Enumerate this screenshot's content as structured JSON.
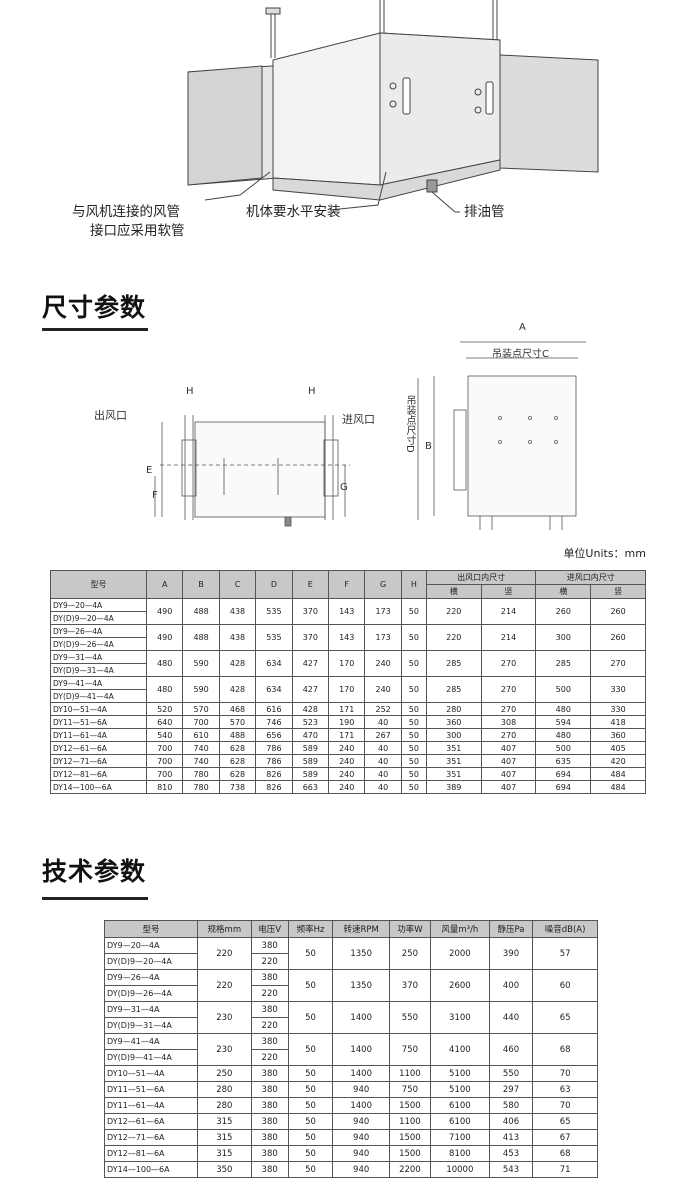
{
  "top_callouts": {
    "duct_line1": "与风机连接的风管",
    "duct_line2": "接口应采用软管",
    "level": "机体要水平安装",
    "drain": "排油管"
  },
  "dimension_section": {
    "title": "尺寸参数",
    "diagram_labels": {
      "outlet": "出风口",
      "inlet": "进风口",
      "H_left": "H",
      "H_right": "H",
      "E": "E",
      "F": "F",
      "G": "G",
      "A": "A",
      "B": "B",
      "C": "吊装点尺寸C",
      "D": "吊装点尺寸D"
    },
    "units": "单位Units：mm",
    "table": {
      "headers": [
        "型号",
        "A",
        "B",
        "C",
        "D",
        "E",
        "F",
        "G",
        "H"
      ],
      "group_headers": [
        "出风口内尺寸",
        "进风口内尺寸"
      ],
      "sub_headers": [
        "横",
        "竖",
        "横",
        "竖"
      ],
      "paired_rows": [
        {
          "models": [
            "DY9—20—4A",
            "DY(D)9—20—4A"
          ],
          "values": [
            "490",
            "488",
            "438",
            "535",
            "370",
            "143",
            "173",
            "50",
            "220",
            "214",
            "260",
            "260"
          ]
        },
        {
          "models": [
            "DY9—26—4A",
            "DY(D)9—26—4A"
          ],
          "values": [
            "490",
            "488",
            "438",
            "535",
            "370",
            "143",
            "173",
            "50",
            "220",
            "214",
            "300",
            "260"
          ]
        },
        {
          "models": [
            "DY9—31—4A",
            "DY(D)9—31—4A"
          ],
          "values": [
            "480",
            "590",
            "428",
            "634",
            "427",
            "170",
            "240",
            "50",
            "285",
            "270",
            "285",
            "270"
          ]
        },
        {
          "models": [
            "DY9—41—4A",
            "DY(D)9—41—4A"
          ],
          "values": [
            "480",
            "590",
            "428",
            "634",
            "427",
            "170",
            "240",
            "50",
            "285",
            "270",
            "500",
            "330"
          ]
        }
      ],
      "single_rows": [
        {
          "model": "DY10—51—4A",
          "values": [
            "520",
            "570",
            "468",
            "616",
            "428",
            "171",
            "252",
            "50",
            "280",
            "270",
            "480",
            "330"
          ]
        },
        {
          "model": "DY11—51—6A",
          "values": [
            "640",
            "700",
            "570",
            "746",
            "523",
            "190",
            "40",
            "50",
            "360",
            "308",
            "594",
            "418"
          ]
        },
        {
          "model": "DY11—61—4A",
          "values": [
            "540",
            "610",
            "488",
            "656",
            "470",
            "171",
            "267",
            "50",
            "300",
            "270",
            "480",
            "360"
          ]
        },
        {
          "model": "DY12—61—6A",
          "values": [
            "700",
            "740",
            "628",
            "786",
            "589",
            "240",
            "40",
            "50",
            "351",
            "407",
            "500",
            "405"
          ]
        },
        {
          "model": "DY12—71—6A",
          "values": [
            "700",
            "740",
            "628",
            "786",
            "589",
            "240",
            "40",
            "50",
            "351",
            "407",
            "635",
            "420"
          ]
        },
        {
          "model": "DY12—81—6A",
          "values": [
            "700",
            "780",
            "628",
            "826",
            "589",
            "240",
            "40",
            "50",
            "351",
            "407",
            "694",
            "484"
          ]
        },
        {
          "model": "DY14—100—6A",
          "values": [
            "810",
            "780",
            "738",
            "826",
            "663",
            "240",
            "40",
            "50",
            "389",
            "407",
            "694",
            "484"
          ]
        }
      ]
    }
  },
  "tech_section": {
    "title": "技术参数",
    "table": {
      "headers": [
        "型号",
        "规格mm",
        "电压V",
        "频率Hz",
        "转速RPM",
        "功率W",
        "风量m³/h",
        "静压Pa",
        "噪音dB(A)"
      ],
      "paired_rows": [
        {
          "models": [
            "DY9—20—4A",
            "DY(D)9—20—4A"
          ],
          "spec": "220",
          "voltages": [
            "380",
            "220"
          ],
          "freq": "50",
          "rpm": "1350",
          "power": "250",
          "airflow": "2000",
          "pressure": "390",
          "noise": "57"
        },
        {
          "models": [
            "DY9—26—4A",
            "DY(D)9—26—4A"
          ],
          "spec": "220",
          "voltages": [
            "380",
            "220"
          ],
          "freq": "50",
          "rpm": "1350",
          "power": "370",
          "airflow": "2600",
          "pressure": "400",
          "noise": "60"
        },
        {
          "models": [
            "DY9—31—4A",
            "DY(D)9—31—4A"
          ],
          "spec": "230",
          "voltages": [
            "380",
            "220"
          ],
          "freq": "50",
          "rpm": "1400",
          "power": "550",
          "airflow": "3100",
          "pressure": "440",
          "noise": "65"
        },
        {
          "models": [
            "DY9—41—4A",
            "DY(D)9—41—4A"
          ],
          "spec": "230",
          "voltages": [
            "380",
            "220"
          ],
          "freq": "50",
          "rpm": "1400",
          "power": "750",
          "airflow": "4100",
          "pressure": "460",
          "noise": "68"
        }
      ],
      "single_rows": [
        {
          "model": "DY10—51—4A",
          "values": [
            "250",
            "380",
            "50",
            "1400",
            "1100",
            "5100",
            "550",
            "70"
          ]
        },
        {
          "model": "DY11—51—6A",
          "values": [
            "280",
            "380",
            "50",
            "940",
            "750",
            "5100",
            "297",
            "63"
          ]
        },
        {
          "model": "DY11—61—4A",
          "values": [
            "280",
            "380",
            "50",
            "1400",
            "1500",
            "6100",
            "580",
            "70"
          ]
        },
        {
          "model": "DY12—61—6A",
          "values": [
            "315",
            "380",
            "50",
            "940",
            "1100",
            "6100",
            "406",
            "65"
          ]
        },
        {
          "model": "DY12—71—6A",
          "values": [
            "315",
            "380",
            "50",
            "940",
            "1500",
            "7100",
            "413",
            "67"
          ]
        },
        {
          "model": "DY12—81—6A",
          "values": [
            "315",
            "380",
            "50",
            "940",
            "1500",
            "8100",
            "453",
            "68"
          ]
        },
        {
          "model": "DY14—100—6A",
          "values": [
            "350",
            "380",
            "50",
            "940",
            "2200",
            "10000",
            "543",
            "71"
          ]
        }
      ]
    }
  }
}
